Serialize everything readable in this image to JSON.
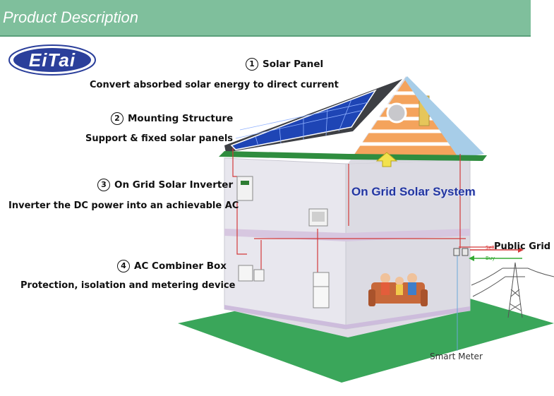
{
  "header": {
    "title": "Product Description"
  },
  "logo": {
    "text": "EiTai"
  },
  "components": [
    {
      "num": "①",
      "title": "Solar Panel",
      "desc": "Convert absorbed solar energy to direct current"
    },
    {
      "num": "②",
      "title": "Mounting Structure",
      "desc": "Support & fixed solar panels"
    },
    {
      "num": "③",
      "title": "On Grid Solar Inverter",
      "desc": "Inverter the DC power into an achievable AC"
    },
    {
      "num": "④",
      "title": "AC Combiner Box",
      "desc": "Protection, isolation and metering device"
    }
  ],
  "diagram": {
    "system_title": "On Grid Solar System",
    "public_grid": "Public Grid",
    "smart_meter": "Smart Meter",
    "sell": "Sell",
    "buy": "Buy"
  },
  "colors": {
    "header_bg": "#7fbf9c",
    "ground": "#3aa65a",
    "roof_trim": "#2f8d3f",
    "system_title": "#2336a0",
    "panel": "#1e45b5",
    "wire": "#d33a3a"
  }
}
